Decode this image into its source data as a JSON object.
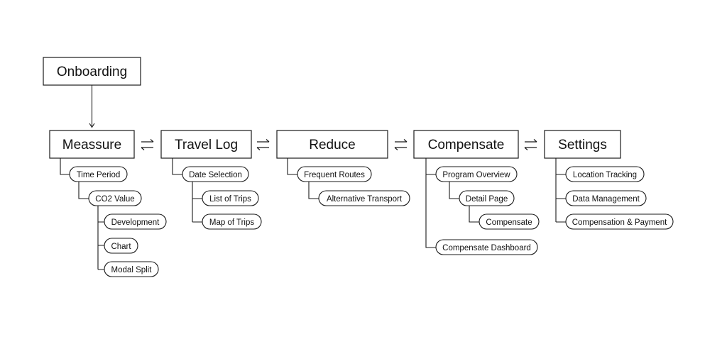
{
  "diagram": {
    "onboarding": "Onboarding",
    "sections": [
      {
        "title": "Meassure",
        "items": [
          {
            "label": "Time Period"
          },
          {
            "label": "CO2 Value"
          },
          {
            "label": "Development"
          },
          {
            "label": "Chart"
          },
          {
            "label": "Modal Split"
          }
        ]
      },
      {
        "title": "Travel Log",
        "items": [
          {
            "label": "Date Selection"
          },
          {
            "label": "List of Trips"
          },
          {
            "label": "Map of Trips"
          }
        ]
      },
      {
        "title": "Reduce",
        "items": [
          {
            "label": "Frequent Routes"
          },
          {
            "label": "Alternative Transport"
          }
        ]
      },
      {
        "title": "Compensate",
        "items": [
          {
            "label": "Program Overview"
          },
          {
            "label": "Detail Page"
          },
          {
            "label": "Compensate"
          },
          {
            "label": "Compensate Dashboard"
          }
        ]
      },
      {
        "title": "Settings",
        "items": [
          {
            "label": "Location Tracking"
          },
          {
            "label": "Data Management"
          },
          {
            "label": "Compensation & Payment"
          }
        ]
      }
    ]
  }
}
